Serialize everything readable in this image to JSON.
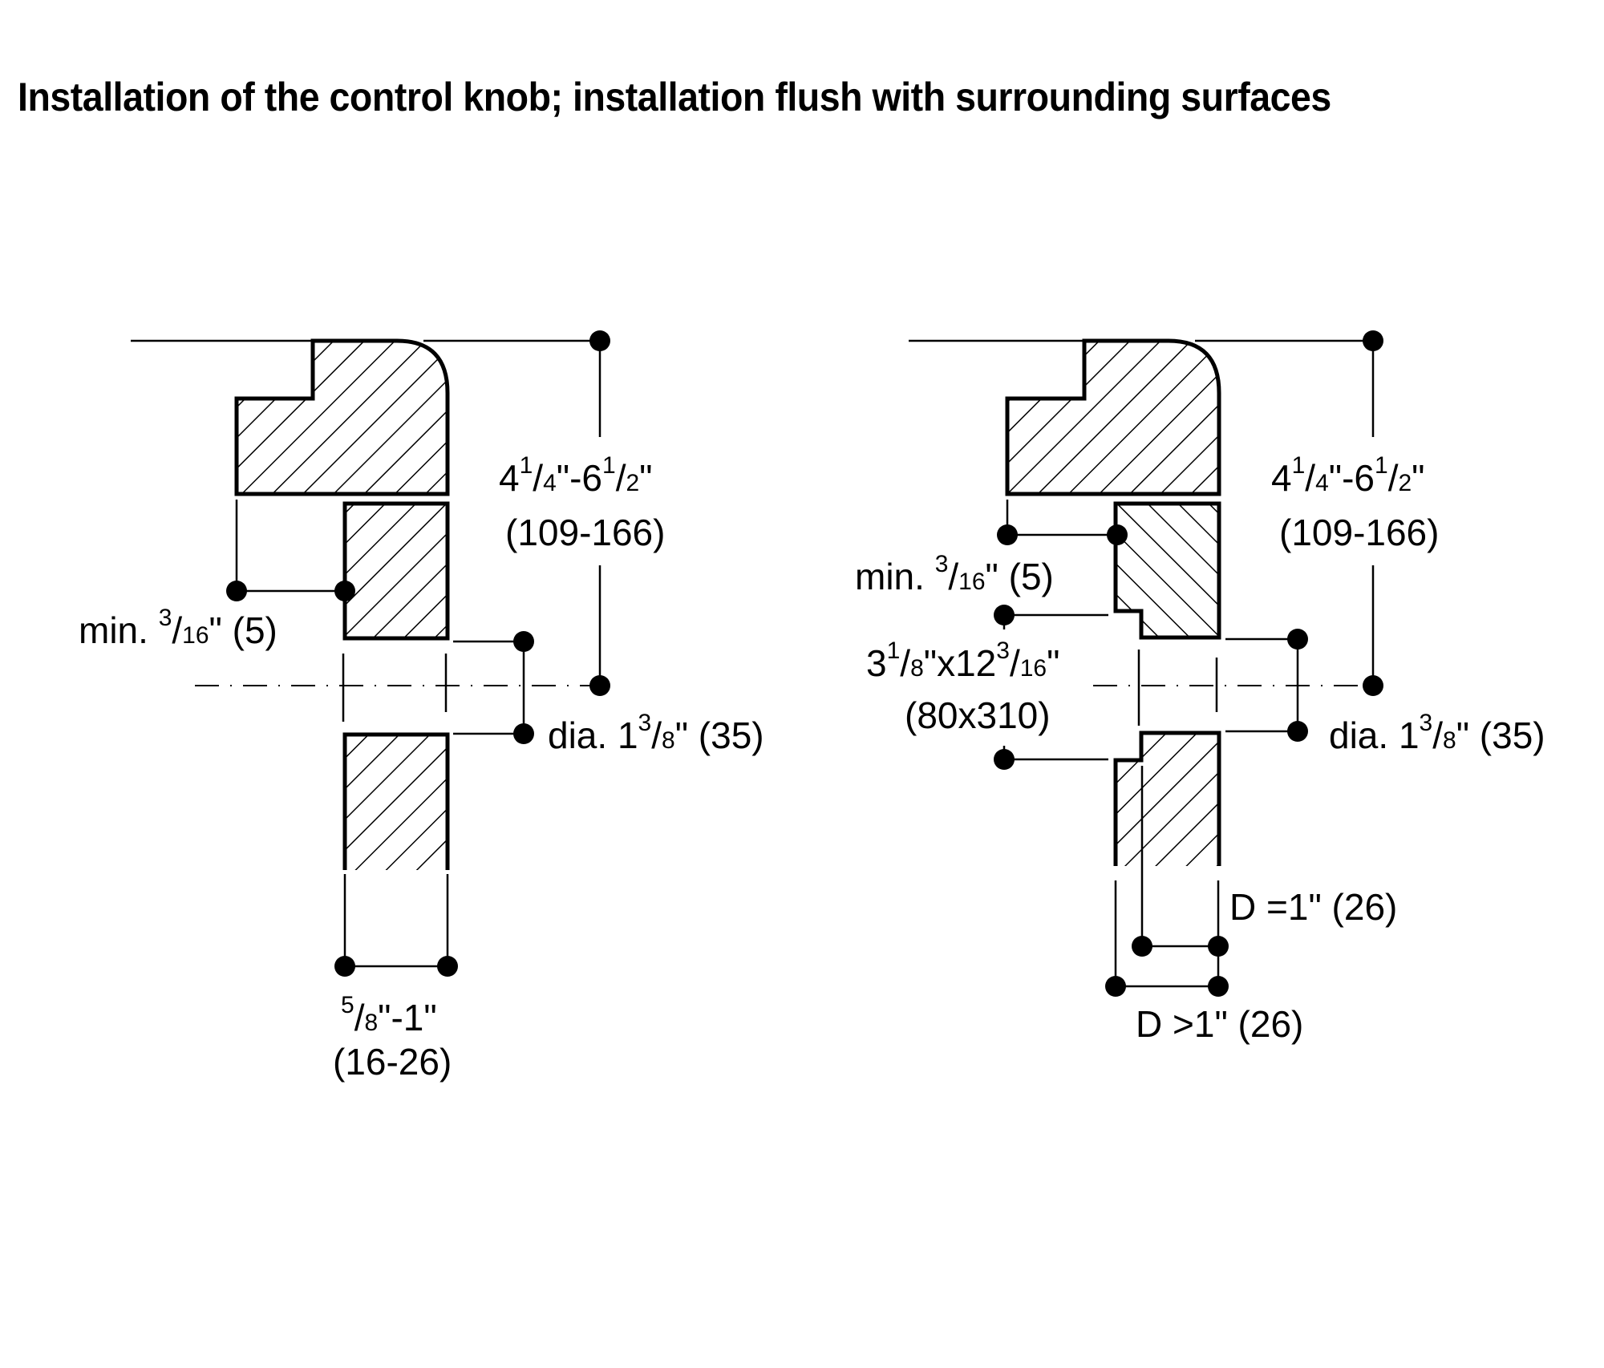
{
  "title": "Installation of the control knob; installation flush with surrounding surfaces",
  "left_diagram": {
    "name": "installation-flush-standard",
    "height_dimension": {
      "whole1": "4",
      "num1": "1",
      "den1": "4",
      "sep": "\"-",
      "whole2": "6",
      "num2": "1",
      "den2": "2",
      "end": "\"",
      "metric": "(109-166)"
    },
    "min_gap": {
      "prefix": "min. ",
      "num": "3",
      "den": "16",
      "suffix": "\" (5)"
    },
    "diameter": {
      "prefix": "dia. 1",
      "num": "3",
      "den": "8",
      "suffix": "\" (35)"
    },
    "thickness": {
      "num": "5",
      "den": "8",
      "suffix": "\"-1\"",
      "metric": "(16-26)"
    }
  },
  "right_diagram": {
    "name": "installation-flush-thick-panel",
    "height_dimension": {
      "whole1": "4",
      "num1": "1",
      "den1": "4",
      "sep": "\"-",
      "whole2": "6",
      "num2": "1",
      "den2": "2",
      "end": "\"",
      "metric": "(109-166)"
    },
    "min_gap": {
      "prefix": "min. ",
      "num": "3",
      "den": "16",
      "suffix": "\" (5)"
    },
    "cutout": {
      "whole1": "3",
      "num1": "1",
      "den1": "8",
      "mid": "\"x12",
      "num2": "3",
      "den2": "16",
      "end": "\"",
      "metric": "(80x310)"
    },
    "diameter": {
      "prefix": "dia. 1",
      "num": "3",
      "den": "8",
      "suffix": "\" (35)"
    },
    "d_equal": "D =1\" (26)",
    "d_greater": "D >1\" (26)"
  }
}
